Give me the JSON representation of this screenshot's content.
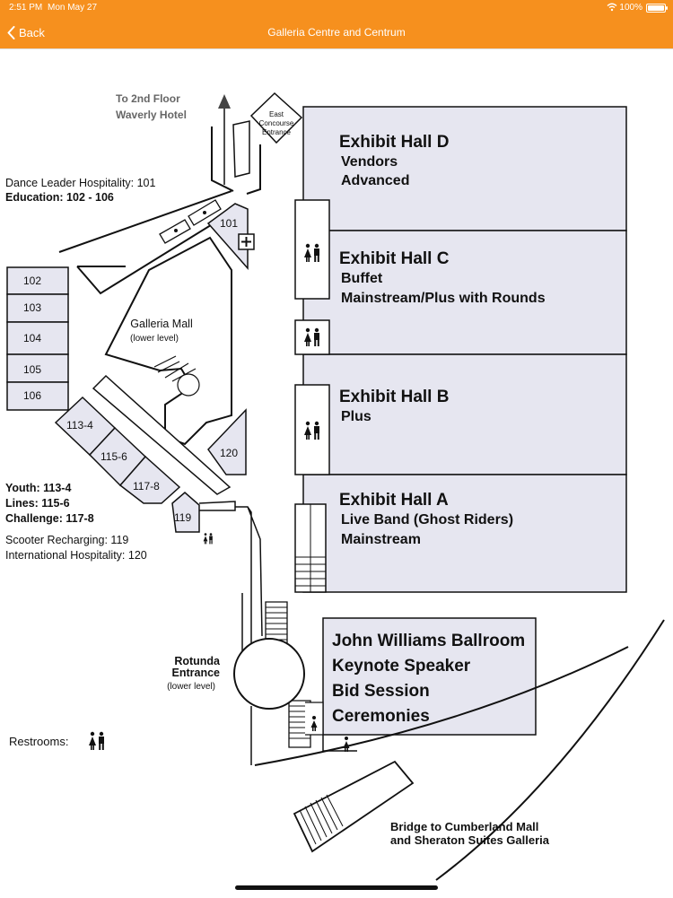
{
  "status_bar": {
    "time": "2:51 PM",
    "date": "Mon May 27",
    "battery": "100%",
    "battery_level": 1.0
  },
  "nav": {
    "back_label": "Back",
    "title": "Galleria Centre and Centrum"
  },
  "icons": {
    "back": "chevron-left-icon",
    "wifi": "wifi-icon",
    "battery": "battery-icon",
    "restroom": "restroom-icon",
    "elevator": "elevator-icon",
    "first_aid": "first-aid-icon",
    "north_arrow": "arrow-up-icon"
  },
  "colors": {
    "accent": "#f6901e",
    "hall_fill": "#e6e6f0",
    "line": "#111111"
  },
  "map": {
    "to_second_floor": [
      "To 2nd Floor",
      "Waverly Hotel"
    ],
    "east_entrance": [
      "East",
      "Concourse",
      "Entrance"
    ],
    "legend_top": {
      "hospitality": "Dance Leader Hospitality: 101",
      "education": "Education: 102 - 106"
    },
    "halls": [
      {
        "title": "Exhibit Hall D",
        "lines": [
          "Vendors",
          "Advanced"
        ]
      },
      {
        "title": "Exhibit Hall C",
        "lines": [
          "Buffet",
          "Mainstream/Plus with Rounds"
        ]
      },
      {
        "title": "Exhibit Hall B",
        "lines": [
          "Plus"
        ]
      },
      {
        "title": "Exhibit Hall A",
        "lines": [
          "Live Band (Ghost Riders)",
          "Mainstream"
        ]
      }
    ],
    "ballroom": {
      "lines": [
        "John Williams Ballroom",
        "Keynote Speaker",
        "Bid Session",
        "Ceremonies"
      ]
    },
    "rooms_left": [
      "102",
      "103",
      "104",
      "105",
      "106"
    ],
    "rooms_diag": [
      "113-4",
      "115-6",
      "117-8"
    ],
    "room_101": "101",
    "room_120": "120",
    "room_119": "119",
    "galleria_mall": [
      "Galleria Mall",
      "(lower level)"
    ],
    "legend_bottom": {
      "youth": "Youth: 113-4",
      "lines": "Lines: 115-6",
      "challenge": "Challenge: 117-8",
      "scooter": "Scooter Recharging: 119",
      "international": "International Hospitality: 120"
    },
    "rotunda": [
      "Rotunda",
      "Entrance",
      "(lower level)"
    ],
    "restrooms_label": "Restrooms:",
    "bridge": [
      "Bridge to Cumberland Mall",
      "and Sheraton Suites Galleria"
    ]
  }
}
